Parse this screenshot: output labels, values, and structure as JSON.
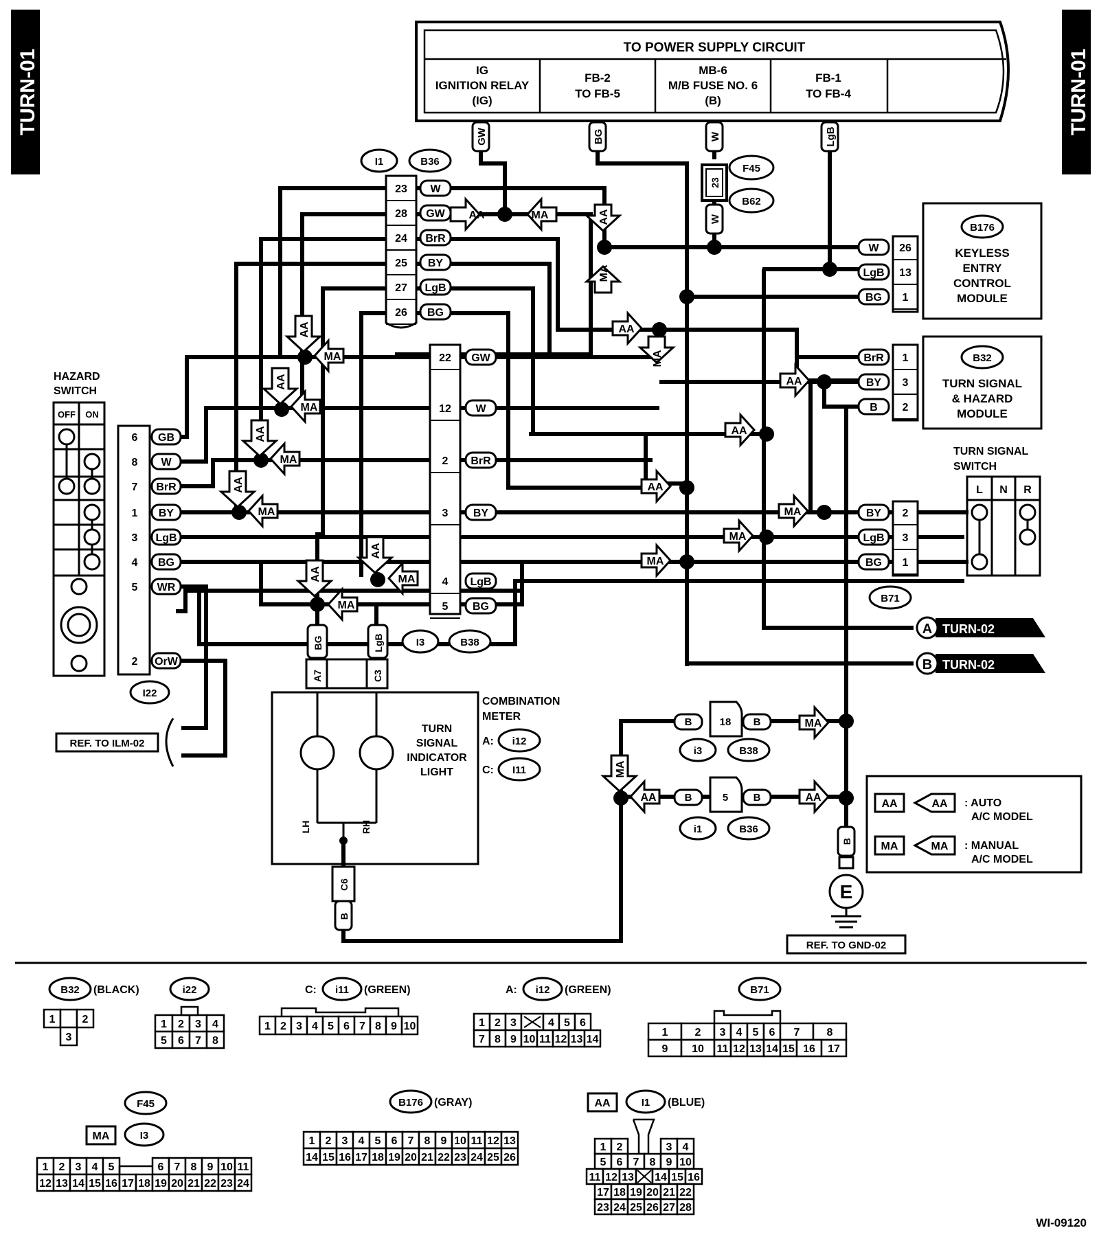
{
  "page": {
    "side_tab": "TURN-01",
    "figure_id": "WI-09120"
  },
  "power_supply": {
    "title": "TO POWER SUPPLY CIRCUIT",
    "cells": [
      [
        "IG",
        "IGNITION RELAY",
        "(IG)"
      ],
      [
        "FB-2",
        "TO FB-5"
      ],
      [
        "MB-6",
        "M/B FUSE NO. 6",
        "(B)"
      ],
      [
        "FB-1",
        "TO FB-4"
      ]
    ]
  },
  "top_wires": [
    "GW",
    "BG",
    "W",
    "LgB"
  ],
  "connector_labels": {
    "i1": "I1",
    "b36": "B36",
    "f45": "F45",
    "b62": "B62",
    "pin23": "23",
    "b176": "B176",
    "b32": "B32",
    "b71": "B71",
    "i3": "I3",
    "b38": "B38",
    "i22": "I22",
    "i12": "i12",
    "i11": "I11",
    "i3b": "i3",
    "b38b": "B38",
    "i1b": "i1",
    "b36b": "B36",
    "a7": "A7",
    "c3": "C3",
    "c6": "C6"
  },
  "i1_pins": [
    {
      "pin": "23",
      "wire": "W"
    },
    {
      "pin": "28",
      "wire": "GW"
    },
    {
      "pin": "24",
      "wire": "BrR"
    },
    {
      "pin": "25",
      "wire": "BY"
    },
    {
      "pin": "27",
      "wire": "LgB"
    },
    {
      "pin": "26",
      "wire": "BG"
    }
  ],
  "i3_pins": [
    {
      "pin": "22",
      "wire": "GW"
    },
    {
      "pin": "12",
      "wire": "W"
    },
    {
      "pin": "2",
      "wire": "BrR"
    },
    {
      "pin": "3",
      "wire": "BY"
    },
    {
      "pin": "4",
      "wire": "LgB"
    },
    {
      "pin": "5",
      "wire": "BG"
    }
  ],
  "hazard": {
    "title_1": "HAZARD",
    "title_2": "SWITCH",
    "off": "OFF",
    "on": "ON",
    "pins": [
      {
        "pin": "6",
        "wire": "GB"
      },
      {
        "pin": "8",
        "wire": "W"
      },
      {
        "pin": "7",
        "wire": "BrR"
      },
      {
        "pin": "1",
        "wire": "BY"
      },
      {
        "pin": "3",
        "wire": "LgB"
      },
      {
        "pin": "4",
        "wire": "BG"
      },
      {
        "pin": "5",
        "wire": "WR"
      },
      {
        "pin": "2",
        "wire": "OrW"
      }
    ],
    "ref": "REF. TO ILM-02"
  },
  "keyless": {
    "title": [
      "KEYLESS",
      "ENTRY",
      "CONTROL",
      "MODULE"
    ],
    "pins": [
      {
        "pin": "26",
        "wire": "W"
      },
      {
        "pin": "13",
        "wire": "LgB"
      },
      {
        "pin": "1",
        "wire": "BG"
      }
    ]
  },
  "turn_module": {
    "title": [
      "TURN SIGNAL",
      "& HAZARD",
      "MODULE"
    ],
    "pins": [
      {
        "pin": "1",
        "wire": "BrR"
      },
      {
        "pin": "3",
        "wire": "BY"
      },
      {
        "pin": "2",
        "wire": "B"
      }
    ]
  },
  "turn_switch": {
    "title_1": "TURN SIGNAL",
    "title_2": "SWITCH",
    "cols": [
      "L",
      "N",
      "R"
    ],
    "pins": [
      {
        "pin": "2",
        "wire": "BY"
      },
      {
        "pin": "3",
        "wire": "LgB"
      },
      {
        "pin": "1",
        "wire": "BG"
      }
    ]
  },
  "offpage": [
    {
      "letter": "A",
      "ref": "TURN-02"
    },
    {
      "letter": "B",
      "ref": "TURN-02"
    }
  ],
  "meter": {
    "combo_1": "COMBINATION",
    "combo_2": "METER",
    "a_label": "A:",
    "c_label": "C:",
    "light": [
      "TURN",
      "SIGNAL",
      "INDICATOR",
      "LIGHT"
    ],
    "lh": "LH",
    "rh": "RH"
  },
  "wire_labels": {
    "bg": "BG",
    "lgb": "LgB",
    "b": "B"
  },
  "ground": {
    "pins": [
      "18",
      "5"
    ],
    "wire": "B",
    "symbol": "E",
    "ref": "REF. TO GND-02"
  },
  "legend": {
    "aa": "AA",
    "ma": "MA",
    "aa_text": [
      ": AUTO",
      "A/C MODEL"
    ],
    "ma_text": [
      ": MANUAL",
      "A/C MODEL"
    ]
  },
  "bottom": {
    "b32": {
      "name": "B32",
      "color": "(BLACK)"
    },
    "i22": {
      "name": "i22"
    },
    "i11": {
      "prefix": "C:",
      "name": "i11",
      "color": "(GREEN)"
    },
    "i12": {
      "prefix": "A:",
      "name": "i12",
      "color": "(GREEN)"
    },
    "b71": {
      "name": "B71"
    },
    "f45": {
      "name": "F45",
      "aux": "MA",
      "alt": "I3"
    },
    "b176": {
      "name": "B176",
      "color": "(GRAY)"
    },
    "i1": {
      "aux": "AA",
      "name": "I1",
      "color": "(BLUE)"
    },
    "b32_pins": [
      "1",
      "2",
      "3"
    ],
    "i22_pins": [
      "1",
      "2",
      "3",
      "4",
      "5",
      "6",
      "7",
      "8"
    ],
    "i11_pins": [
      "1",
      "2",
      "3",
      "4",
      "5",
      "6",
      "7",
      "8",
      "9",
      "10"
    ],
    "i12_pins": [
      "1",
      "2",
      "3",
      "4",
      "5",
      "6",
      "7",
      "8",
      "9",
      "10",
      "11",
      "12",
      "13",
      "14"
    ],
    "b71_top": [
      "1",
      "2",
      "3",
      "4",
      "5",
      "6",
      "7",
      "8"
    ],
    "b71_bot": [
      "9",
      "10",
      "11",
      "12",
      "13",
      "14",
      "15",
      "16",
      "17"
    ],
    "f45_top": [
      "1",
      "2",
      "3",
      "4",
      "5",
      "6",
      "7",
      "8",
      "9",
      "10",
      "11"
    ],
    "f45_bot": [
      "12",
      "13",
      "14",
      "15",
      "16",
      "17",
      "18",
      "19",
      "20",
      "21",
      "22",
      "23",
      "24"
    ],
    "b176_top": [
      "1",
      "2",
      "3",
      "4",
      "5",
      "6",
      "7",
      "8",
      "9",
      "10",
      "11",
      "12",
      "13"
    ],
    "b176_bot": [
      "14",
      "15",
      "16",
      "17",
      "18",
      "19",
      "20",
      "21",
      "22",
      "23",
      "24",
      "25",
      "26"
    ],
    "i1_rows": [
      [
        "1",
        "2",
        "3",
        "4"
      ],
      [
        "5",
        "6",
        "7",
        "8",
        "9",
        "10"
      ],
      [
        "11",
        "12",
        "13",
        "14",
        "15",
        "16"
      ],
      [
        "17",
        "18",
        "19",
        "20",
        "21",
        "22"
      ],
      [
        "23",
        "24",
        "25",
        "26",
        "27",
        "28"
      ]
    ]
  }
}
